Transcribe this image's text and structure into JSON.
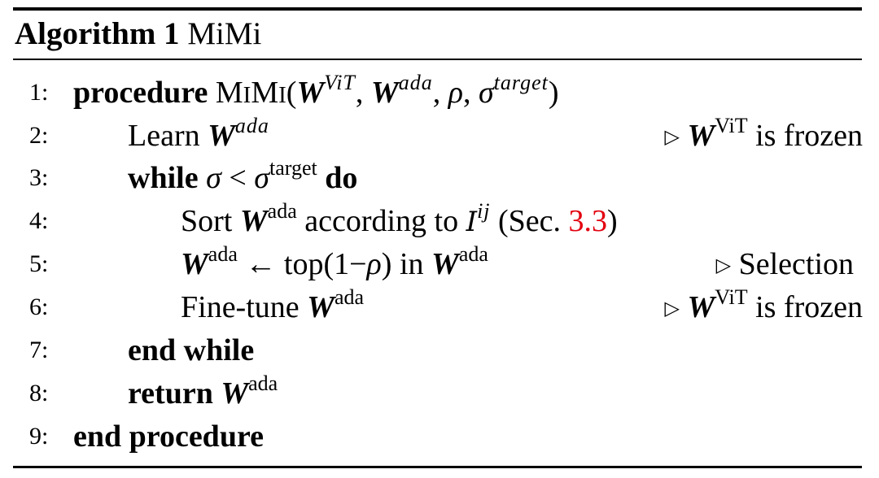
{
  "caption": {
    "label": "Algorithm 1",
    "name": "MiMi"
  },
  "lines": [
    {
      "num": "1:",
      "keyword": "procedure",
      "proc_name_first": "M",
      "proc_name_rest1": "I",
      "proc_name_mid": "M",
      "proc_name_rest2": "I",
      "open": "(",
      "arg1_sym": "W",
      "arg1_sup": "ViT",
      "sep1": ", ",
      "arg2_sym": "W",
      "arg2_sup": "ada",
      "sep2": ", ",
      "arg3": "ρ",
      "sep3": ", ",
      "arg4_sym": "σ",
      "arg4_sup": "target",
      "close": ")"
    },
    {
      "num": "2:",
      "text": "Learn ",
      "sym": "W",
      "sup": "ada",
      "comment_marker": "▷",
      "comment_sym": "W",
      "comment_sup": "ViT",
      "comment_text": " is frozen"
    },
    {
      "num": "3:",
      "keyword": "while",
      "sym1": "σ",
      "op": " < ",
      "sym2": "σ",
      "sup2": "target",
      "keyword2": "do"
    },
    {
      "num": "4:",
      "text1": "Sort ",
      "sym": "W",
      "sup": "ada",
      "text2": " according to ",
      "cal_sym": "I",
      "cal_sup": "ij",
      "text3": " (Sec. ",
      "ref": "3.3",
      "text4": ")"
    },
    {
      "num": "5:",
      "sym1": "W",
      "sup1": "ada",
      "arrow": " ← top(1−",
      "rho": "ρ",
      "text2": ") in ",
      "sym2": "W",
      "sup2": "ada",
      "comment_marker": "▷",
      "comment_text": "Selection"
    },
    {
      "num": "6:",
      "text": "Fine-tune ",
      "sym": "W",
      "sup": "ada",
      "comment_marker": "▷",
      "comment_sym": "W",
      "comment_sup": "ViT",
      "comment_text": " is frozen"
    },
    {
      "num": "7:",
      "keyword": "end while"
    },
    {
      "num": "8:",
      "keyword": "return",
      "sym": "W",
      "sup": "ada"
    },
    {
      "num": "9:",
      "keyword": "end procedure"
    }
  ],
  "colors": {
    "text": "#000000",
    "reference": "#e3000f",
    "rules": "#000000"
  }
}
